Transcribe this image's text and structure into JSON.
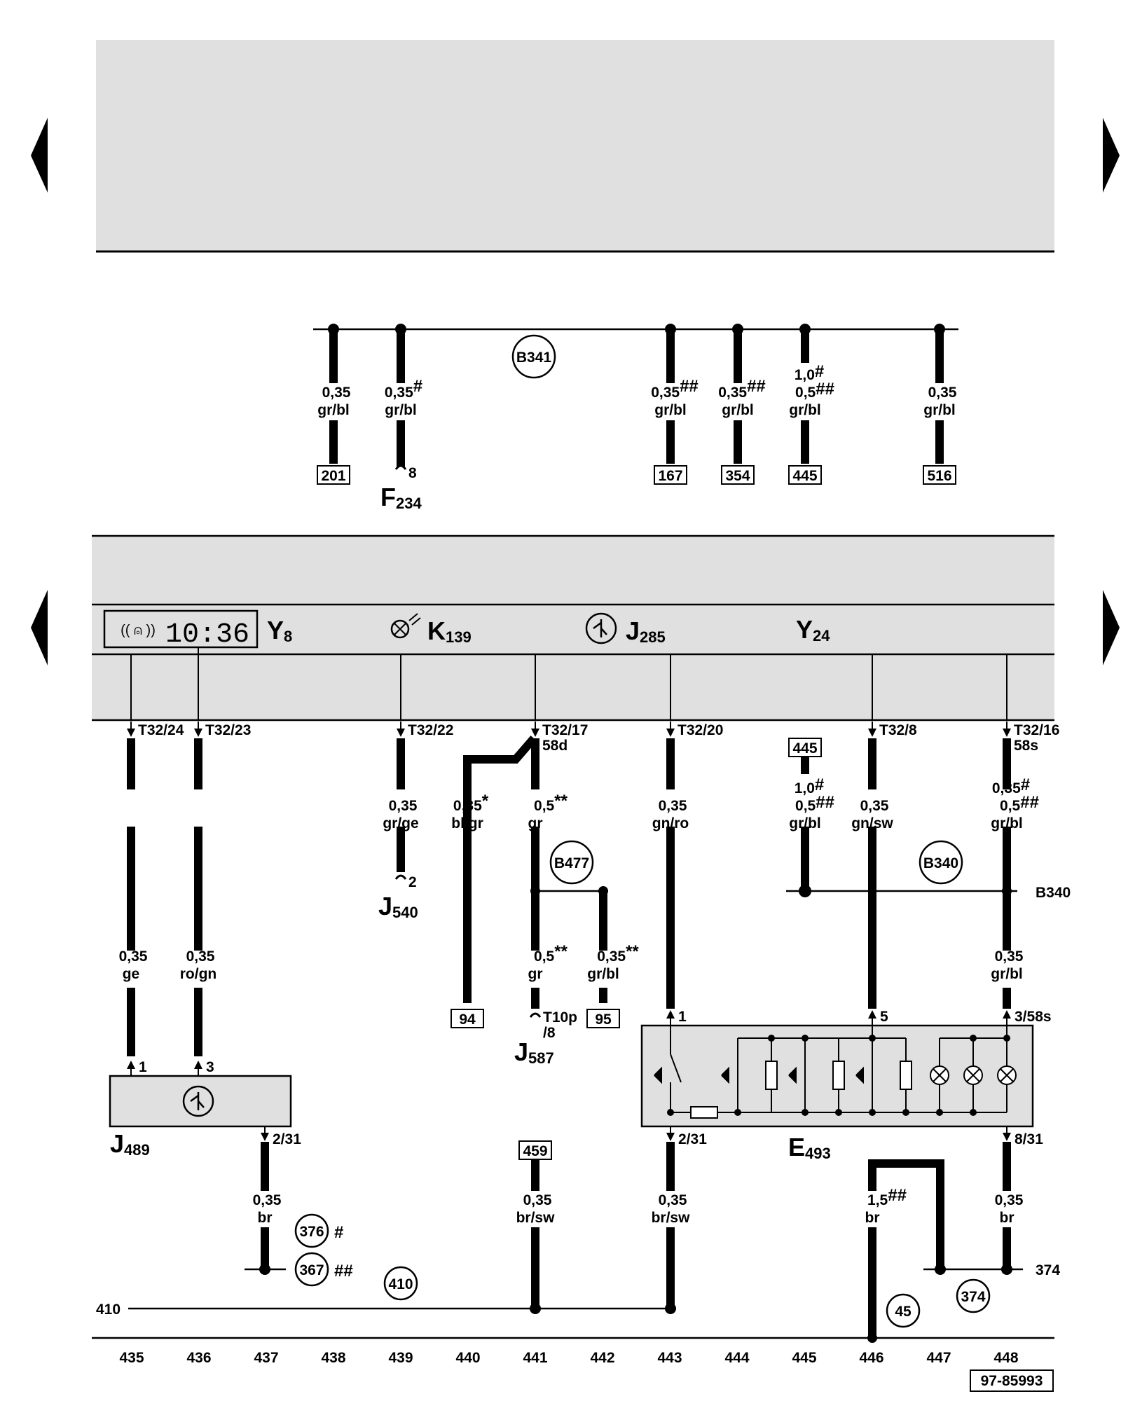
{
  "components": {
    "y8": {
      "letter": "Y",
      "sub": "8",
      "display_time": "10:36"
    },
    "k139": {
      "letter": "K",
      "sub": "139"
    },
    "j285": {
      "letter": "J",
      "sub": "285"
    },
    "y24": {
      "letter": "Y",
      "sub": "24"
    },
    "f234": {
      "letter": "F",
      "sub": "234"
    },
    "j540": {
      "letter": "J",
      "sub": "540"
    },
    "j587": {
      "letter": "J",
      "sub": "587"
    },
    "j489": {
      "letter": "J",
      "sub": "489"
    },
    "e493": {
      "letter": "E",
      "sub": "493"
    }
  },
  "top_wires": [
    {
      "gauge": "0,35",
      "mark": "",
      "color": "gr/bl",
      "ref": "201"
    },
    {
      "gauge": "0,35",
      "mark": "#",
      "color": "gr/bl",
      "pin": "8"
    },
    {
      "gauge": "0,35",
      "mark": "##",
      "color": "gr/bl",
      "ref": "167"
    },
    {
      "gauge": "0,35",
      "mark": "##",
      "color": "gr/bl",
      "ref": "354"
    },
    {
      "gauge1": "1,0",
      "mark1": "#",
      "gauge2": "0,5",
      "mark2": "##",
      "color": "gr/bl",
      "ref": "445"
    },
    {
      "gauge": "0,35",
      "mark": "",
      "color": "gr/bl",
      "ref": "516"
    }
  ],
  "connectors": {
    "c24": "T32/24",
    "c23": "T32/23",
    "c22": "T32/22",
    "c17": "T32/17",
    "c17b": "58d",
    "c20": "T32/20",
    "c8": "T32/8",
    "c16": "T32/16",
    "c16b": "58s"
  },
  "wires": {
    "w435a": {
      "gauge": "0,35",
      "color": "ge"
    },
    "w436a": {
      "gauge": "0,35",
      "color": "ro/gn"
    },
    "w439": {
      "gauge": "0,35",
      "color": "gr/ge"
    },
    "w440": {
      "gauge": "0,35",
      "mark": "*",
      "color": "bl/gr"
    },
    "w441a": {
      "gauge": "0,5",
      "mark": "**",
      "color": "gr"
    },
    "w441b": {
      "gauge": "0,5",
      "mark": "**",
      "color": "gr"
    },
    "w442": {
      "gauge": "0,35",
      "mark": "**",
      "color": "gr/bl"
    },
    "w443a": {
      "gauge": "0,35",
      "color": "gn/ro"
    },
    "w445": {
      "gauge1": "1,0",
      "mark1": "#",
      "gauge2": "0,5",
      "mark2": "##",
      "color": "gr/bl"
    },
    "w446a": {
      "gauge": "0,35",
      "color": "gn/sw"
    },
    "w448a": {
      "gauge1": "0,35",
      "mark1": "#",
      "gauge2": "0,5",
      "mark2": "##",
      "color": "gr/bl"
    },
    "w448b": {
      "gauge": "0,35",
      "color": "gr/bl"
    },
    "w437": {
      "gauge": "0,35",
      "color": "br"
    },
    "w441c": {
      "gauge": "0,35",
      "color": "br/sw"
    },
    "w443b": {
      "gauge": "0,35",
      "color": "br/sw"
    },
    "w446b": {
      "gauge": "1,5",
      "mark": "##",
      "color": "br"
    },
    "w448c": {
      "gauge": "0,35",
      "color": "br"
    }
  },
  "refs": {
    "r445": "445",
    "r94": "94",
    "r95": "95",
    "r459": "459"
  },
  "pins": {
    "j540": "2",
    "t10p": "T10p",
    "t10p_b": "/8",
    "j489_1": "1",
    "j489_3": "3",
    "j489_g": "2/31",
    "e_1": "1",
    "e_5": "5",
    "e_3": "3/58s",
    "e_g1": "2/31",
    "e_g2": "8/31"
  },
  "splices": {
    "b341": "B341",
    "b477": "B477",
    "b340": "B340",
    "b340_label": "B340",
    "s376": "376",
    "s376_mark": "#",
    "s367": "367",
    "s367_mark": "##",
    "s410": "410",
    "s45": "45",
    "s374": "374",
    "line410": "410",
    "line374": "374"
  },
  "track_numbers": [
    "435",
    "436",
    "437",
    "438",
    "439",
    "440",
    "441",
    "442",
    "443",
    "444",
    "445",
    "446",
    "447",
    "448"
  ],
  "diagram_code": "97-85993",
  "colors": {
    "panel": "#e0e0e0",
    "wire": "#000000"
  }
}
